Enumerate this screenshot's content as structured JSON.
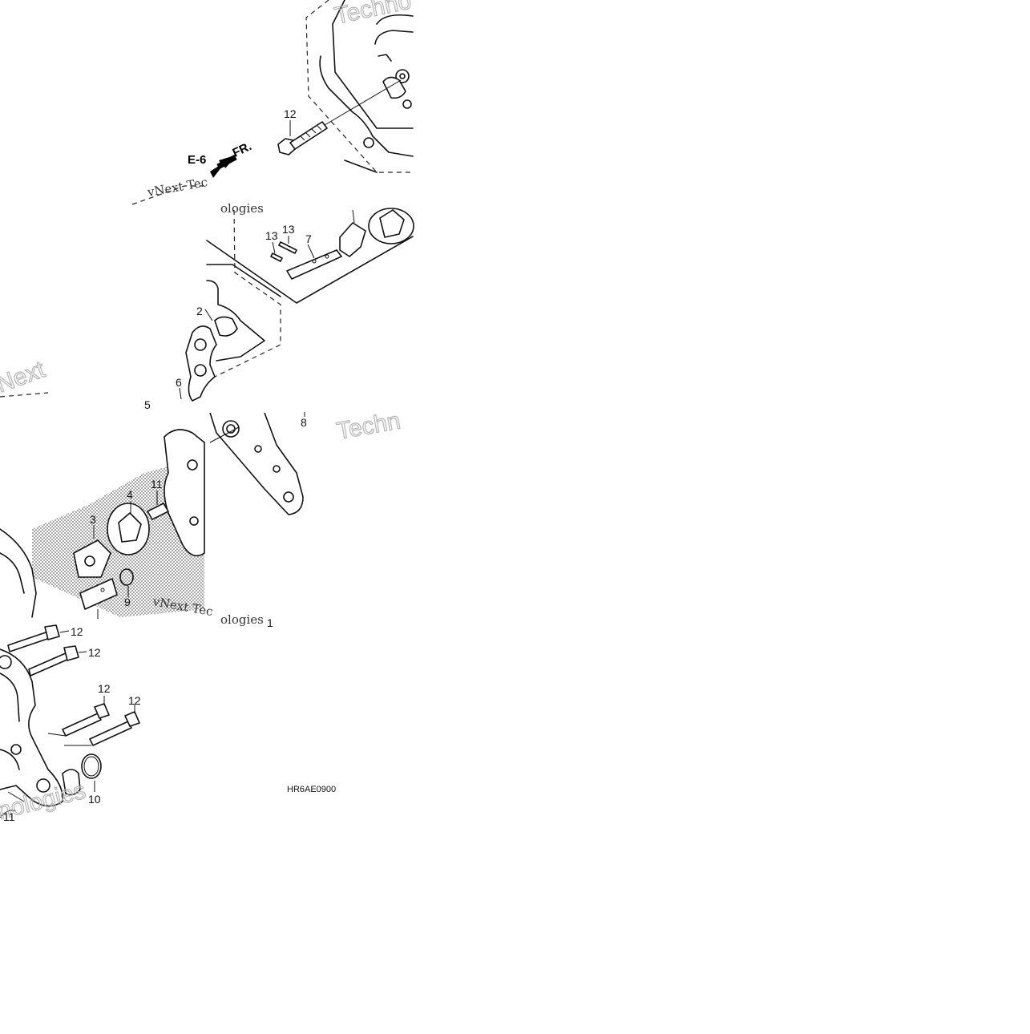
{
  "diagram": {
    "callouts": [
      {
        "id": "c12a",
        "text": "12"
      },
      {
        "id": "c13a",
        "text": "13"
      },
      {
        "id": "c13b",
        "text": "13"
      },
      {
        "id": "c7",
        "text": "7"
      },
      {
        "id": "c2",
        "text": "2"
      },
      {
        "id": "c6",
        "text": "6"
      },
      {
        "id": "c5",
        "text": "5"
      },
      {
        "id": "c8",
        "text": "8"
      },
      {
        "id": "c11a",
        "text": "11"
      },
      {
        "id": "c4",
        "text": "4"
      },
      {
        "id": "c3",
        "text": "3"
      },
      {
        "id": "c9",
        "text": "9"
      },
      {
        "id": "c1",
        "text": "1"
      },
      {
        "id": "c12b",
        "text": "12"
      },
      {
        "id": "c12c",
        "text": "12"
      },
      {
        "id": "c12d",
        "text": "12"
      },
      {
        "id": "c12e",
        "text": "12"
      },
      {
        "id": "c10",
        "text": "10"
      },
      {
        "id": "c11b",
        "text": "11"
      }
    ],
    "reference": "E-6",
    "direction_label": "FR.",
    "diagram_code": "HR6AE0900",
    "watermark": {
      "line1": "vNext Tec",
      "line2": "ologies",
      "big1": "Techno",
      "big2": "Techn",
      "big3": "Next",
      "big4": "nologies"
    }
  }
}
